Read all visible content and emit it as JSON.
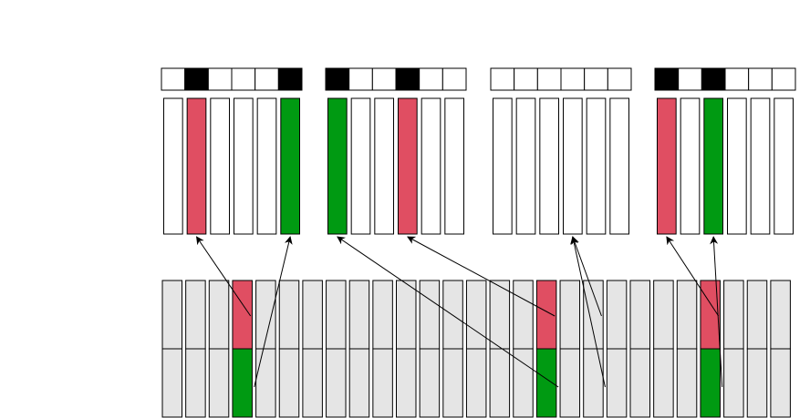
{
  "colors": {
    "red": "#e04e62",
    "green": "#009a12",
    "black": "#000000",
    "white": "#ffffff",
    "gray": "#e5e5e5",
    "stroke": "#000000"
  },
  "groups": [
    {
      "header": [
        0,
        1,
        0,
        0,
        0,
        1
      ],
      "bars": [
        "white",
        "red",
        "white",
        "white",
        "white",
        "green"
      ]
    },
    {
      "header": [
        1,
        0,
        0,
        1,
        0,
        0
      ],
      "bars": [
        "green",
        "white",
        "white",
        "red",
        "white",
        "white"
      ]
    },
    {
      "header": [
        0,
        0,
        0,
        0,
        0,
        0
      ],
      "bars": [
        "white",
        "white",
        "white",
        "white",
        "white",
        "white"
      ]
    },
    {
      "header": [
        1,
        0,
        1,
        0,
        0,
        0
      ],
      "bars": [
        "red",
        "white",
        "green",
        "white",
        "white",
        "white"
      ]
    }
  ],
  "memory": {
    "columns": 27,
    "highlighted": [
      {
        "column": 3,
        "top": "red",
        "bottom": "green"
      },
      {
        "column": 16,
        "top": "red",
        "bottom": "green"
      },
      {
        "column": 23,
        "top": "red",
        "bottom": "green"
      }
    ]
  },
  "arrows": [
    {
      "from": {
        "column": 3,
        "half": "top"
      },
      "to": {
        "group": 0,
        "slot": 1
      }
    },
    {
      "from": {
        "column": 3,
        "half": "bottom"
      },
      "to": {
        "group": 0,
        "slot": 5
      }
    },
    {
      "from": {
        "column": 16,
        "half": "bottom"
      },
      "to": {
        "group": 1,
        "slot": 0
      }
    },
    {
      "from": {
        "column": 16,
        "half": "top"
      },
      "to": {
        "group": 1,
        "slot": 3
      }
    },
    {
      "from": {
        "column": 18,
        "half": "top"
      },
      "to": {
        "group": 2,
        "slot": 3
      }
    },
    {
      "from": {
        "column": 18,
        "half": "bottom"
      },
      "to": {
        "group": 2,
        "slot": 3
      }
    },
    {
      "from": {
        "column": 23,
        "half": "top"
      },
      "to": {
        "group": 3,
        "slot": 0
      }
    },
    {
      "from": {
        "column": 23,
        "half": "bottom"
      },
      "to": {
        "group": 3,
        "slot": 2
      }
    }
  ]
}
